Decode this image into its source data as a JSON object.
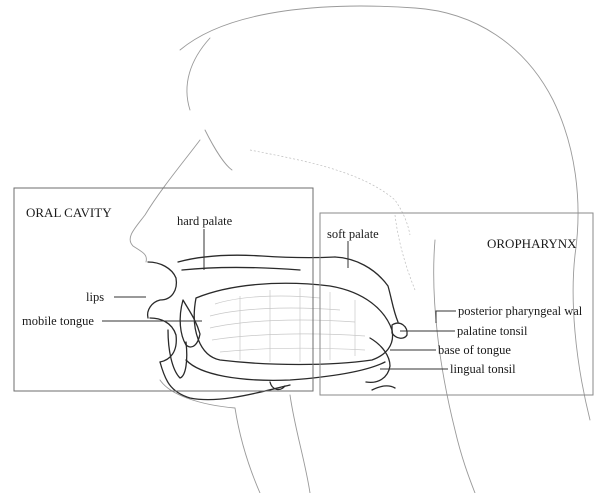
{
  "diagram": {
    "regions": {
      "oral_cavity": "ORAL CAVITY",
      "oropharynx": "OROPHARYNX"
    },
    "labels": {
      "hard_palate": "hard palate",
      "soft_palate": "soft palate",
      "lips": "lips",
      "mobile_tongue": "mobile tongue",
      "posterior_pharyngeal_wall": "posterior pharyngeal wal",
      "palatine_tonsil": "palatine tonsil",
      "base_of_tongue": "base of tongue",
      "lingual_tonsil": "lingual tonsil"
    }
  }
}
